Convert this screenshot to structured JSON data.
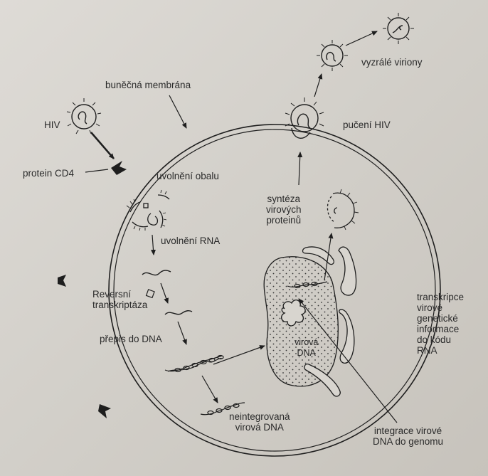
{
  "labels": {
    "hiv": "HIV",
    "membrane": "buněčná membrána",
    "cd4": "protein CD4",
    "uncoating": "uvolnění obalu",
    "rna_release": "uvolnění RNA",
    "rt_line1": "Reversní",
    "rt_line2": "transkriptáza",
    "to_dna": "přepis do DNA",
    "nonintegrated_line1": "neintegrovaná",
    "nonintegrated_line2": "virová DNA",
    "viral_dna_line1": "virová",
    "viral_dna_line2": "DNA",
    "synthesis_line1": "syntéza",
    "synthesis_line2": "virových",
    "synthesis_line3": "proteinů",
    "budding": "pučení HIV",
    "mature": "vyzrálé viriony",
    "transcription_line1": "transkripce",
    "transcription_line2": "virové",
    "transcription_line3": "genetické",
    "transcription_line4": "informace",
    "transcription_line5": "do kódu",
    "transcription_line6": "RNA",
    "integration_line1": "integrace virové",
    "integration_line2": "DNA do genomu"
  },
  "colors": {
    "ink": "#1e1e1e",
    "paper": "#d8d5cf"
  }
}
